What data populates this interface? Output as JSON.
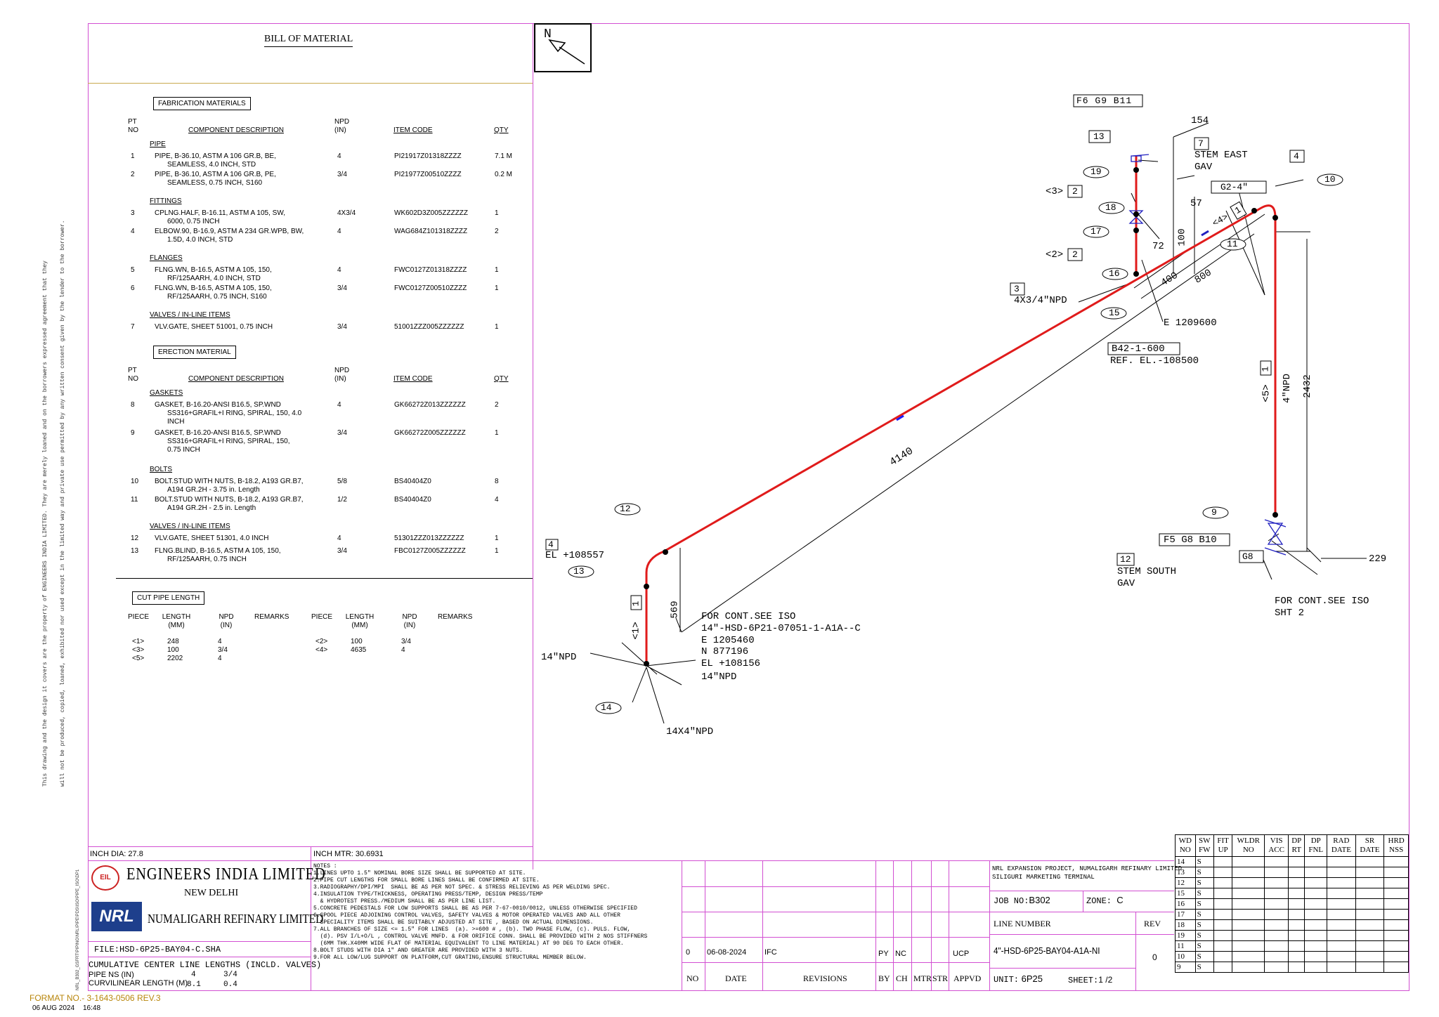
{
  "bom": {
    "title": "BILL OF MATERIAL",
    "fabrication_label": "FABRICATION MATERIALS",
    "erection_label": "ERECTION MATERIAL",
    "headers": {
      "pt_no": "PT NO",
      "desc": "COMPONENT DESCRIPTION",
      "npd": "NPD (IN)",
      "item_code": "ITEM CODE",
      "qty": "QTY"
    },
    "fab_groups": [
      {
        "name": "PIPE",
        "rows": [
          {
            "pt": "1",
            "desc": "PIPE, B-36.10, ASTM A 106 GR.B, BE,",
            "desc2": "SEAMLESS, 4.0 INCH, STD",
            "npd": "4",
            "code": "PI21917Z01318ZZZZ",
            "qty": "7.1 M"
          },
          {
            "pt": "2",
            "desc": "PIPE, B-36.10, ASTM A 106 GR.B, PE,",
            "desc2": "SEAMLESS, 0.75 INCH, S160",
            "npd": "3/4",
            "code": "PI21977Z00510ZZZZ",
            "qty": "0.2 M"
          }
        ]
      },
      {
        "name": "FITTINGS",
        "rows": [
          {
            "pt": "3",
            "desc": "CPLNG.HALF, B-16.11, ASTM A 105, SW,",
            "desc2": "6000, 0.75 INCH",
            "npd": "4X3/4",
            "code": "WK602D3Z005ZZZZZZ",
            "qty": "1"
          },
          {
            "pt": "4",
            "desc": "ELBOW.90, B-16.9, ASTM A 234 GR.WPB, BW,",
            "desc2": "1.5D, 4.0 INCH, STD",
            "npd": "4",
            "code": "WAG684Z101318ZZZZ",
            "qty": "2"
          }
        ]
      },
      {
        "name": "FLANGES",
        "rows": [
          {
            "pt": "5",
            "desc": "FLNG.WN, B-16.5, ASTM A 105, 150,",
            "desc2": "RF/125AARH, 4.0 INCH, STD",
            "npd": "4",
            "code": "FWC0127Z01318ZZZZ",
            "qty": "1"
          },
          {
            "pt": "6",
            "desc": "FLNG.WN, B-16.5, ASTM A 105, 150,",
            "desc2": "RF/125AARH, 0.75 INCH, S160",
            "npd": "3/4",
            "code": "FWC0127Z00510ZZZZ",
            "qty": "1"
          }
        ]
      },
      {
        "name": "VALVES / IN-LINE ITEMS",
        "rows": [
          {
            "pt": "7",
            "desc": "VLV.GATE, SHEET 51001, 0.75 INCH",
            "desc2": "",
            "npd": "3/4",
            "code": "51001ZZZ005ZZZZZZ",
            "qty": "1"
          }
        ]
      }
    ],
    "ere_groups": [
      {
        "name": "GASKETS",
        "rows": [
          {
            "pt": "8",
            "desc": "GASKET, B-16.20-ANSI B16.5, SP.WND",
            "desc2": "SS316+GRAFIL+I RING, SPIRAL, 150, 4.0",
            "desc3": "INCH",
            "npd": "4",
            "code": "GK66272Z013ZZZZZZ",
            "qty": "2"
          },
          {
            "pt": "9",
            "desc": "GASKET, B-16.20-ANSI B16.5, SP.WND",
            "desc2": "SS316+GRAFIL+I RING, SPIRAL, 150,",
            "desc3": "0.75 INCH",
            "npd": "3/4",
            "code": "GK66272Z005ZZZZZZ",
            "qty": "1"
          }
        ]
      },
      {
        "name": "BOLTS",
        "rows": [
          {
            "pt": "10",
            "desc": "BOLT.STUD WITH NUTS, B-18.2, A193 GR.B7,",
            "desc2": "A194 GR.2H -  3.75 in. Length",
            "desc3": "",
            "npd": "5/8",
            "code": "BS40404Z0",
            "qty": "8"
          },
          {
            "pt": "11",
            "desc": "BOLT.STUD WITH NUTS, B-18.2, A193 GR.B7,",
            "desc2": "A194 GR.2H -  2.5 in. Length",
            "desc3": "",
            "npd": "1/2",
            "code": "BS40404Z0",
            "qty": "4"
          }
        ]
      },
      {
        "name": "VALVES / IN-LINE ITEMS",
        "rows": [
          {
            "pt": "12",
            "desc": "VLV.GATE, SHEET 51301, 4.0 INCH",
            "desc2": "",
            "desc3": "",
            "npd": "4",
            "code": "51301ZZZ013ZZZZZZ",
            "qty": "1"
          },
          {
            "pt": "13",
            "desc": "FLNG.BLIND, B-16.5, ASTM A 105, 150,",
            "desc2": "RF/125AARH, 0.75 INCH",
            "desc3": "",
            "npd": "3/4",
            "code": "FBC0127Z005ZZZZZZ",
            "qty": "1"
          }
        ]
      }
    ],
    "cut_pipe": {
      "label": "CUT PIPE LENGTH",
      "headers": {
        "piece": "PIECE",
        "length": "LENGTH (MM)",
        "npd": "NPD (IN)",
        "remarks": "REMARKS"
      },
      "left": [
        {
          "piece": "<1>",
          "length": "248",
          "npd": "4"
        },
        {
          "piece": "<3>",
          "length": "100",
          "npd": "3/4"
        },
        {
          "piece": "<5>",
          "length": "2202",
          "npd": "4"
        }
      ],
      "right": [
        {
          "piece": "<2>",
          "length": "100",
          "npd": "3/4"
        },
        {
          "piece": "<4>",
          "length": "4635",
          "npd": "4"
        }
      ]
    }
  },
  "disclaimer_line1": "This drawing and the design it covers are the property of ENGINEERS INDIA LIMITED. They are merely loaned and on the borrowers expressed agreement that they",
  "disclaimer_line2": "will not be produced, copied, loaned, exhibited nor used except in the limited way and private use permitted by any written consent given by the lender to the borrower.",
  "side_path": "NRL_B302_GSFRT\\PIPING\\NRL\\PIPE\\PDS\\ISO\\PIPE_ISO\\DP1",
  "north_label": "N",
  "iso": {
    "labels": {
      "f6g9b11": "F6 G9 B11",
      "n154": "154",
      "n13a": "13",
      "n7": "7",
      "stem_east": "STEM EAST",
      "gav": "GAV",
      "n4top": "4",
      "n10": "10",
      "n19": "19",
      "g24": "G2-4\"",
      "n57": "57",
      "n3sq": "<3>",
      "n2a": "2",
      "n18": "18",
      "n4a": "<4>",
      "n1a": "1",
      "n17": "17",
      "n100": "100",
      "n2b": "<2>",
      "n2c": "2",
      "n72": "72",
      "n11": "11",
      "n16": "16",
      "n400": "400",
      "n800": "800",
      "n3": "3",
      "c3": "4X3/4\"NPD",
      "n15": "15",
      "e1209600": "E 1209600",
      "b42": "B42-1-600",
      "refel": "REF. EL.-108500",
      "n5sq": "<5>",
      "n1b": "1",
      "npd4": "4\"NPD",
      "n2432": "2432",
      "n4140": "4140",
      "n12a": "12",
      "n4b": "4",
      "el108557": "EL +108557",
      "n13b": "13",
      "n1c": "<1>",
      "n1d": "1",
      "n569": "569",
      "cont1": "FOR CONT.SEE ISO",
      "cont2": "14\"-HSD-6P21-07051-1-A1A--C",
      "e1205460": "E 1205460",
      "n877196": "N 877196",
      "el108156": "EL +108156",
      "npd14a": "14\"NPD",
      "npd14b": "14\"NPD",
      "n14": "14",
      "c14": "14X4\"NPD",
      "n9": "9",
      "f5g8b10": "F5 G8 B10",
      "g8": "G8",
      "n229": "229",
      "n12b": "12",
      "stem_south": "STEM SOUTH",
      "gav2": "GAV",
      "cont3": "FOR CONT.SEE ISO",
      "sht2": "SHT 2"
    }
  },
  "title_block": {
    "inch_dia_label": "INCH DIA:",
    "inch_dia": "27.8",
    "inch_mtr_label": "INCH MTR:",
    "inch_mtr": "30.6931",
    "company": "ENGINEERS INDIA LIMITED",
    "city": "NEW DELHI",
    "eil": "EIL",
    "client": "NUMALIGARH REFINARY LIMITED",
    "nrl": "NRL",
    "file_label": "FILE:",
    "file": "HSD-6P25-BAY04-C.SHA",
    "cum_label": "CUMULATIVE CENTER LINE LENGTHS (INCLD. VALVES)",
    "pipe_ns_label": "PIPE NS (IN)",
    "pipe_ns_1": "4",
    "pipe_ns_2": "3/4",
    "curv_label": "CURVILINEAR LENGTH (M)",
    "curv_1": "8.1",
    "curv_2": "0.4",
    "format_no": "FORMAT NO.- 3-1643-0506 REV.3",
    "print_date": "06 AUG 2024",
    "print_time": "16:48",
    "notes_title": "NOTES :",
    "notes": [
      "1.LINES UPTO 1.5\" NOMINAL BORE SIZE SHALL BE SUPPORTED AT SITE.",
      "2.PIPE CUT LENGTHS FOR SMALL BORE LINES SHALL BE CONFIRMED AT SITE.",
      "3.RADIOGRAPHY/DPI/MPI  SHALL BE AS PER NOT SPEC. & STRESS RELIEVING AS PER WELDING SPEC.",
      "4.INSULATION TYPE/THICKNESS, OPERATING PRESS/TEMP, DESIGN PRESS/TEMP",
      "  & HYDROTEST PRESS./MEDIUM SHALL BE AS PER LINE LIST.",
      "5.CONCRETE PEDESTALS FOR LOW SUPPORTS SHALL BE AS PER 7-67-0010/0012, UNLESS OTHERWISE SPECIFIED",
      "6.SPOOL PIECE ADJOINING CONTROL VALVES, SAFETY VALVES & MOTOR OPERATED VALVES AND ALL OTHER",
      "  SPECIALITY ITEMS SHALL BE SUITABLY ADJUSTED AT SITE , BASED ON ACTUAL DIMENSIONS.",
      "7.ALL BRANCHES OF SIZE <= 1.5\" FOR LINES  (a). >=600 # , (b). TWO PHASE FLOW, (c). PULS. FLOW,",
      "  (d). PSV I/L+O/L , CONTROL VALVE MNFD. & FOR ORIFICE CONN. SHALL BE PROVIDED WITH 2 NOS STIFFNERS",
      "  (6MM THK.X40MM WIDE FLAT OF MATERIAL EQUIVALENT TO LINE MATERIAL) AT 90 DEG TO EACH OTHER.",
      "8.BOLT STUDS WITH DIA 1\" AND GREATER ARE PROVIDED WITH 3 NUTS.",
      "9.FOR ALL LOW/LUG SUPPORT ON PLATFORM,CUT GRATING,ENSURE STRUCTURAL MEMBER BELOW."
    ],
    "rev": {
      "no": "0",
      "date": "06-08-2024",
      "desc": "IFC",
      "by": "PY",
      "ch": "NC",
      "appvd": "UCP"
    },
    "rev_headers": {
      "no": "NO",
      "date": "DATE",
      "revisions": "REVISIONS",
      "by": "BY",
      "ch": "CH",
      "mtr": "MTR",
      "str": "STR",
      "appvd": "APPVD"
    },
    "project1": "NRL EXPANSION PROJECT, NUMALIGARH REFINARY LIMITED",
    "project2": "SILIGURI MARKETING TERMINAL",
    "job_label": "JOB NO:",
    "job": "B302",
    "zone_label": "ZONE:",
    "zone": "C",
    "line_label": "LINE NUMBER",
    "rev_label": "REV",
    "line": "4\"-HSD-6P25-BAY04-A1A-NI",
    "line_rev": "0",
    "unit_label": "UNIT:",
    "unit": "6P25",
    "sheet_label": "SHEET:",
    "sheet": "1",
    "sheet_of": "/2"
  },
  "weld_table": {
    "headers": [
      [
        "WD",
        "NO"
      ],
      [
        "SW",
        "FW"
      ],
      [
        "FIT",
        "UP"
      ],
      [
        "WLDR",
        "NO"
      ],
      [
        "VIS",
        "ACC"
      ],
      [
        "DP",
        "RT"
      ],
      [
        "DP",
        "FNL"
      ],
      [
        "RAD",
        "DATE"
      ],
      [
        "SR",
        "DATE"
      ],
      [
        "HRD",
        "NSS"
      ]
    ],
    "rows": [
      [
        "14",
        "S"
      ],
      [
        "13",
        "S"
      ],
      [
        "12",
        "S"
      ],
      [
        "15",
        "S"
      ],
      [
        "16",
        "S"
      ],
      [
        "17",
        "S"
      ],
      [
        "18",
        "S"
      ],
      [
        "19",
        "S"
      ],
      [
        "11",
        "S"
      ],
      [
        "10",
        "S"
      ],
      [
        "9",
        "S"
      ]
    ]
  }
}
